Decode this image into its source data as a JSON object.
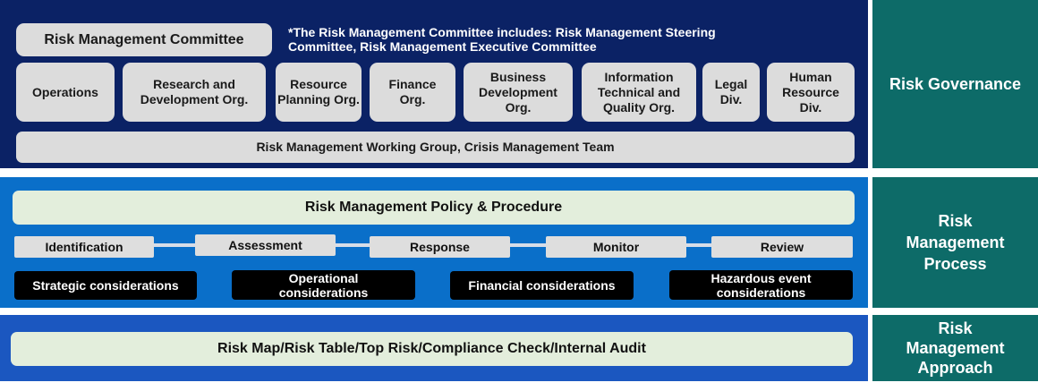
{
  "governance": {
    "committee": "Risk Management Committee",
    "note": "*The Risk Management Committee includes: Risk Management Steering Committee, Risk Management Executive Committee",
    "orgs": [
      "Operations",
      "Research and Development Org.",
      "Resource Planning Org.",
      "Finance Org.",
      "Business Development Org.",
      "Information Technical and Quality Org.",
      "Legal Div.",
      "Human Resource Div."
    ],
    "working_group": "Risk Management Working Group, Crisis Management Team",
    "side_label": "Risk Governance"
  },
  "process": {
    "policy": "Risk Management Policy & Procedure",
    "steps": [
      "Identification",
      "Assessment",
      "Response",
      "Monitor",
      "Review"
    ],
    "considerations": [
      "Strategic considerations",
      "Operational considerations",
      "Financial considerations",
      "Hazardous event considerations"
    ],
    "side_label": "Risk Management Process"
  },
  "approach": {
    "tools": "Risk Map/Risk Table/Top Risk/Compliance Check/Internal Audit",
    "side_label": "Risk Management Approach"
  },
  "colors": {
    "governance_bg": "#0b2265",
    "process_bg": "#0a6fc9",
    "approach_bg": "#1b57c0",
    "side_label_bg": "#0d6b68"
  }
}
